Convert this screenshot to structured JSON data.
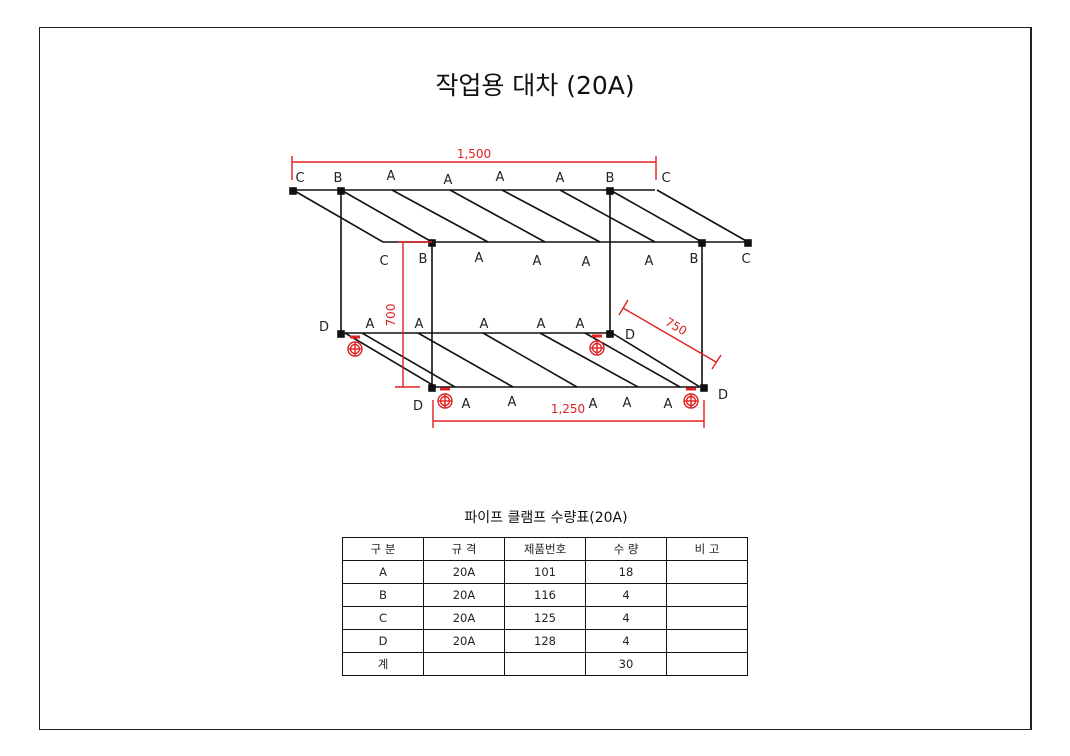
{
  "title": "작업용 대차 (20A)",
  "dimensions": {
    "length_top": "1,500",
    "height": "700",
    "depth": "750",
    "length_bottom": "1,250"
  },
  "labels": {
    "top_back": [
      "C",
      "B",
      "A",
      "A",
      "A",
      "A",
      "B",
      "C"
    ],
    "top_front": [
      "C",
      "B",
      "A",
      "A",
      "A",
      "A",
      "B",
      "C"
    ],
    "bottom_back": [
      "D",
      "A",
      "A",
      "A",
      "A",
      "A",
      "D"
    ],
    "bottom_front": [
      "D",
      "A",
      "A",
      "A",
      "A",
      "A",
      "D"
    ]
  },
  "colors": {
    "line": "#111111",
    "dimension": "#e02020"
  },
  "table": {
    "title": "파이프 클램프 수량표(20A)",
    "headers": [
      "구 분",
      "규 격",
      "제품번호",
      "수 량",
      "비 고"
    ],
    "rows": [
      [
        "A",
        "20A",
        "101",
        "18",
        ""
      ],
      [
        "B",
        "20A",
        "116",
        "4",
        ""
      ],
      [
        "C",
        "20A",
        "125",
        "4",
        ""
      ],
      [
        "D",
        "20A",
        "128",
        "4",
        ""
      ],
      [
        "계",
        "",
        "",
        "30",
        ""
      ]
    ]
  }
}
